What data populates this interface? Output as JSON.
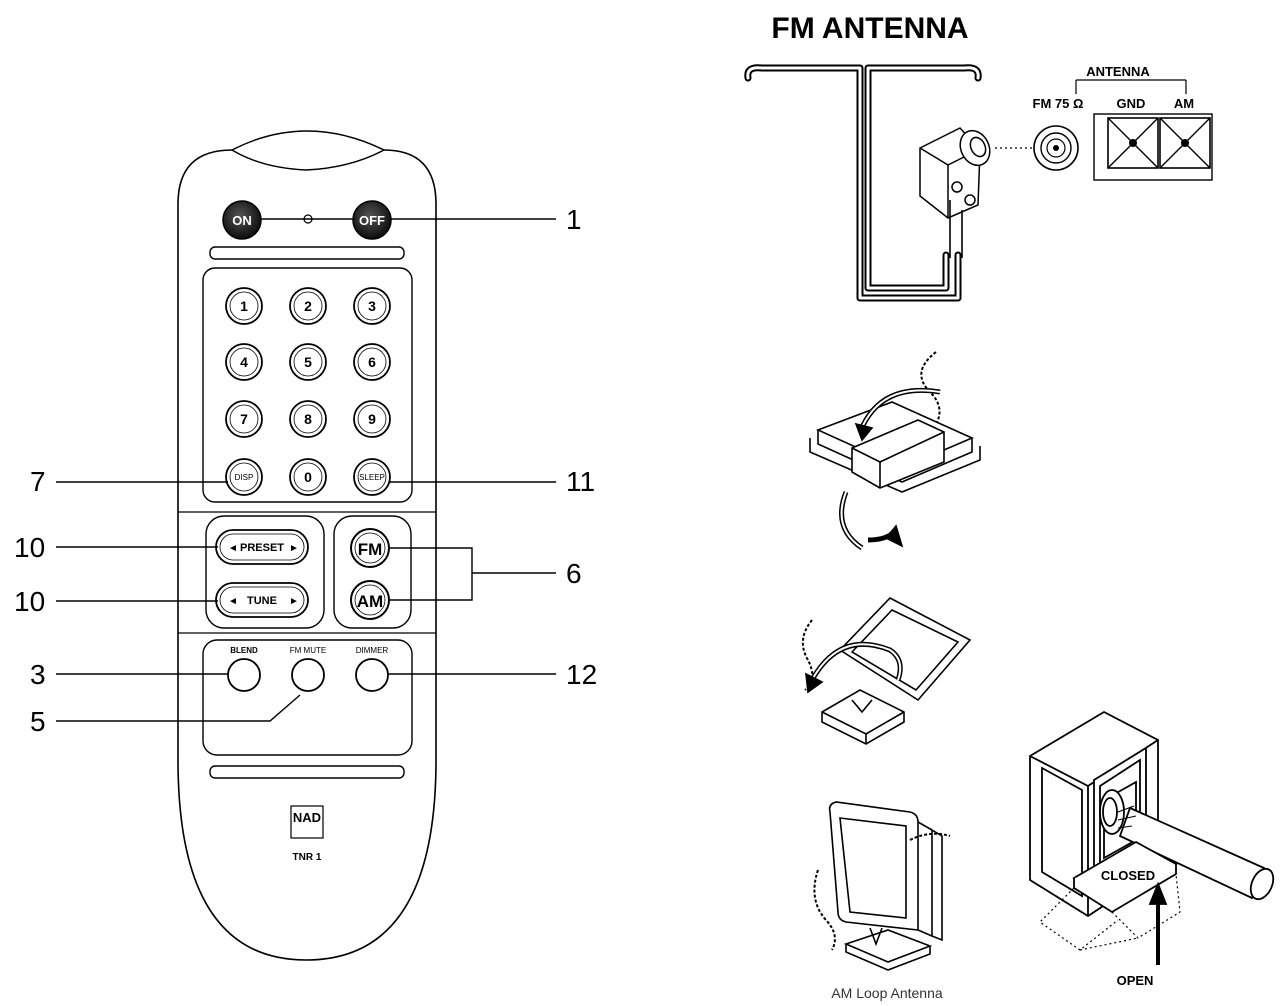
{
  "remote": {
    "power_on_label": "ON",
    "power_off_label": "OFF",
    "digits": [
      "1",
      "2",
      "3",
      "4",
      "5",
      "6",
      "7",
      "8",
      "9"
    ],
    "disp_label": "DISP",
    "zero_label": "0",
    "sleep_label": "SLEEP",
    "preset_label": "PRESET",
    "tune_label": "TUNE",
    "fm_label": "FM",
    "am_label": "AM",
    "blend_label": "BLEND",
    "fm_mute_label": "FM MUTE",
    "dimmer_label": "DIMMER",
    "brand_logo": "NAD",
    "model_label": "TNR 1"
  },
  "callouts": {
    "c1": "1",
    "c7": "7",
    "c11": "11",
    "c10a": "10",
    "c10b": "10",
    "c6": "6",
    "c3": "3",
    "c12": "12",
    "c5": "5"
  },
  "antenna": {
    "fm_title": "FM ANTENNA",
    "panel_title": "ANTENNA",
    "fm_port_label": "FM 75 Ω",
    "gnd_label": "GND",
    "am_label": "AM",
    "am_loop_caption": "AM Loop Antenna",
    "closed_label": "CLOSED",
    "open_label": "OPEN"
  },
  "icons": {
    "arrow_left": "◄",
    "arrow_right": "►"
  }
}
